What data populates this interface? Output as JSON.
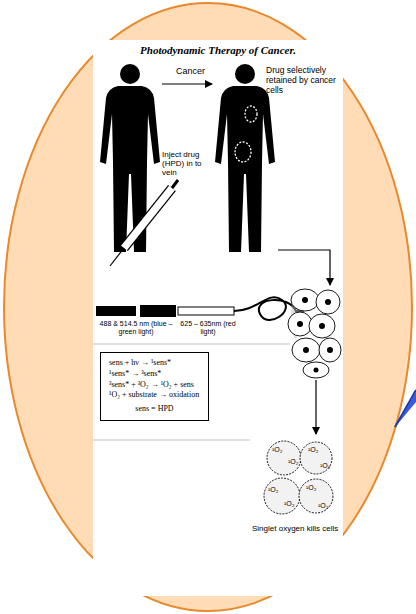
{
  "diagram": {
    "title": "Photodynamic Therapy of Cancer.",
    "nodes": [
      {
        "text": [
          "sens + hν → ¹sens*",
          "¹sens* → ³sens*",
          "³sens* + ³O₂ → ¹O₂ + sens",
          "¹O₂ + substrate → oxidation",
          "sens = HPD"
        ]
      },
      {
        "text": [
          "Singlet oxygen kills cells",
          "¹O₂",
          "¹O₂",
          "¹O₂",
          "¹O₂",
          "¹O₂",
          "¹O₂",
          "¹O₂",
          "¹O₂"
        ]
      }
    ],
    "labels": [
      "Cancer",
      "Drug selectively retained by cancer cells",
      "Inject drug (HPD) in to vein",
      "488 & 514.5 nm (blue – green light)",
      "625 – 635nm (red light)"
    ]
  }
}
